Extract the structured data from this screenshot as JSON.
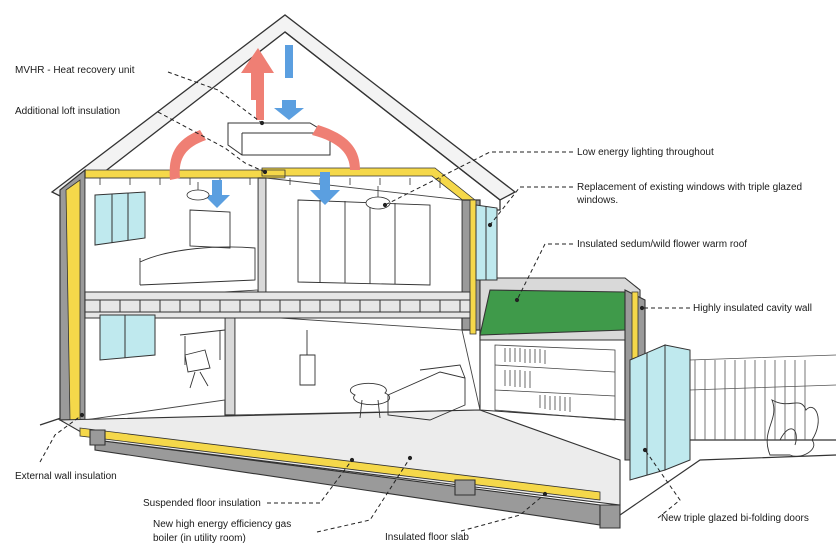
{
  "labels": {
    "mvhr": "MVHR  - Heat recovery unit",
    "loft": "Additional loft insulation",
    "lighting": "Low energy lighting throughout",
    "windows": "Replacement of existing windows with triple glazed windows.",
    "roof": "Insulated sedum/wild flower warm roof",
    "cavity": "Highly insulated cavity wall",
    "external": "External wall insulation",
    "floor_ins": "Suspended floor insulation",
    "boiler": "New high energy efficiency gas boiler (in utility room)",
    "slab": "Insulated floor slab",
    "bifold": "New triple glazed bi-folding doors"
  },
  "colors": {
    "insulation": "#f5d84a",
    "wall": "#9a9a9a",
    "glass": "#bfe9ee",
    "sedum": "#3f9a4a",
    "warm_air": "#ef7f74",
    "cool_air": "#5b9fe0",
    "ink": "#333333"
  },
  "icons": [
    "warm-air-arrow-icon",
    "cool-air-arrow-icon"
  ]
}
